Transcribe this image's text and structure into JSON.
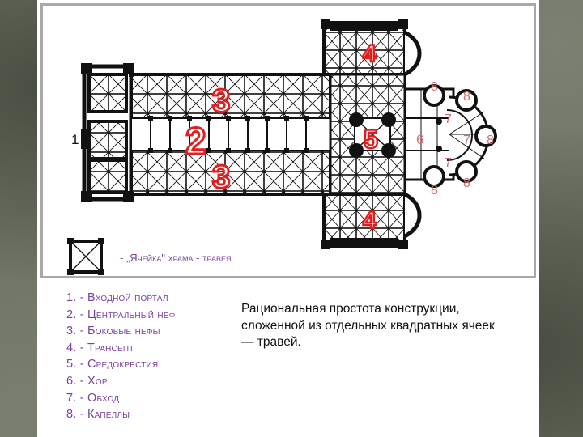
{
  "colors": {
    "background": "#6d7364",
    "slide": "#ffffff",
    "frame": "#a8a8a8",
    "plan_ink": "#111111",
    "numeral_red": "#e02020",
    "chevet_label": "#d07070",
    "legend_text": "#7a3fa0",
    "body_text": "#111111"
  },
  "plan": {
    "label_portal": "1",
    "label_nave": "2",
    "label_aisle_top": "3",
    "label_aisle_bottom": "3",
    "label_transept_top": "4",
    "label_transept_bottom": "4",
    "label_crossing": "5",
    "label_choir": "6",
    "label_ambulatory_top": "7",
    "label_ambulatory_mid": "7",
    "label_ambulatory_bottom": "7",
    "label_chapel_1": "8",
    "label_chapel_2": "8",
    "label_chapel_3": "8",
    "label_chapel_4": "8",
    "label_chapel_5": "8",
    "bay_caption": "- „Ячейка\" храма - травея"
  },
  "legend": [
    "1. - Входной портал",
    "2. - Центральный неф",
    "3. - Боковые нефы",
    "4. - Трансепт",
    "5. - Средокрестия",
    "6. - Хор",
    "7. - Обход",
    "8. - Капеллы"
  ],
  "description": "Рациональная простота конструкции, сложенной из отдельных квадратных ячеек — травей."
}
